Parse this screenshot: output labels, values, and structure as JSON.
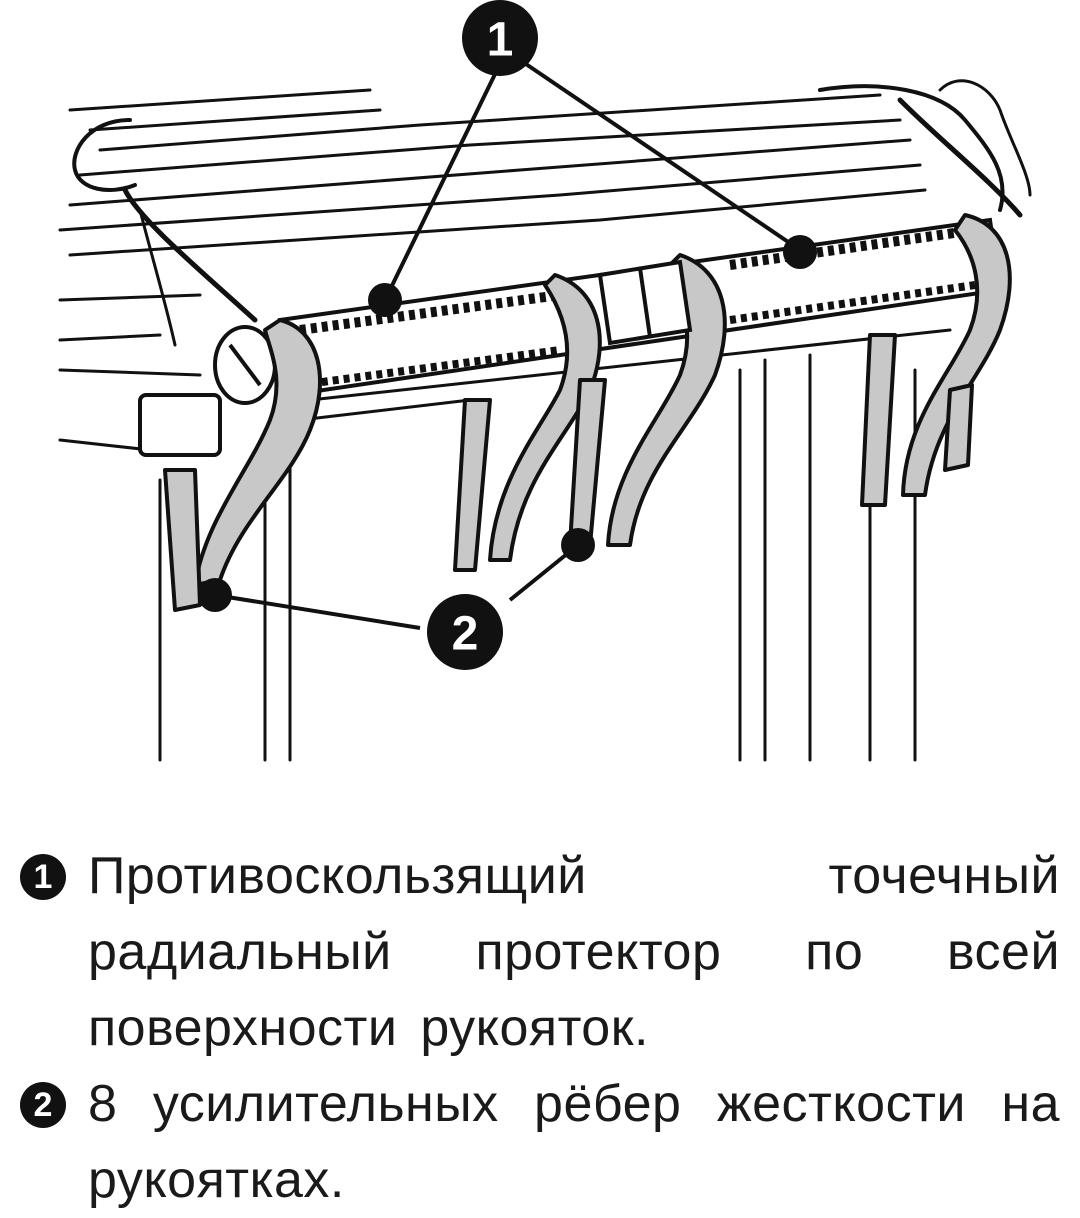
{
  "callouts": {
    "one": {
      "label": "1"
    },
    "two": {
      "label": "2"
    }
  },
  "legend": {
    "items": [
      {
        "number": "1",
        "text": "Противоскользящий точечный радиальный протектор по всей поверхности рукояток."
      },
      {
        "number": "2",
        "text": "8 усилительных рёбер жесткости на рукоятках."
      }
    ]
  },
  "colors": {
    "ink": "#111111",
    "ribs": "#c8c8c8",
    "background": "#ffffff"
  }
}
